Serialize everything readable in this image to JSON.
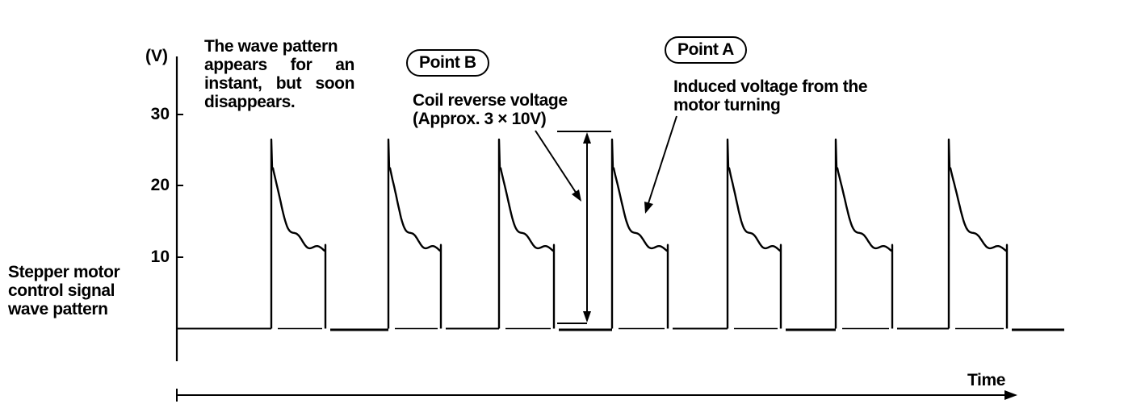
{
  "y_axis": {
    "unit": "(V)",
    "ticks": [
      "30",
      "20",
      "10"
    ]
  },
  "signal_label": [
    "Stepper motor",
    "control signal",
    "wave pattern"
  ],
  "note": {
    "lines": [
      [
        "The wave pattern"
      ],
      [
        "appears",
        "for",
        "an"
      ],
      [
        "instant,",
        "but",
        "soon"
      ],
      [
        "disappears."
      ]
    ]
  },
  "point_b": {
    "badge": "Point B",
    "text": [
      "Coil reverse voltage",
      "(Approx. 3 × 10V)"
    ]
  },
  "point_a": {
    "badge": "Point A",
    "text": [
      "Induced voltage from the",
      "motor turning"
    ]
  },
  "time_label": "Time",
  "colors": {
    "ink": "#000000",
    "background": "#ffffff"
  },
  "chart_data": {
    "type": "line",
    "y_unit": "(V)",
    "y_ticks": [
      10,
      20,
      30
    ],
    "x_label": "Time",
    "pulse_count": 7,
    "baseline_v": 0,
    "spike_peak_v": 26.5,
    "tail_end_v": 11.5
  }
}
